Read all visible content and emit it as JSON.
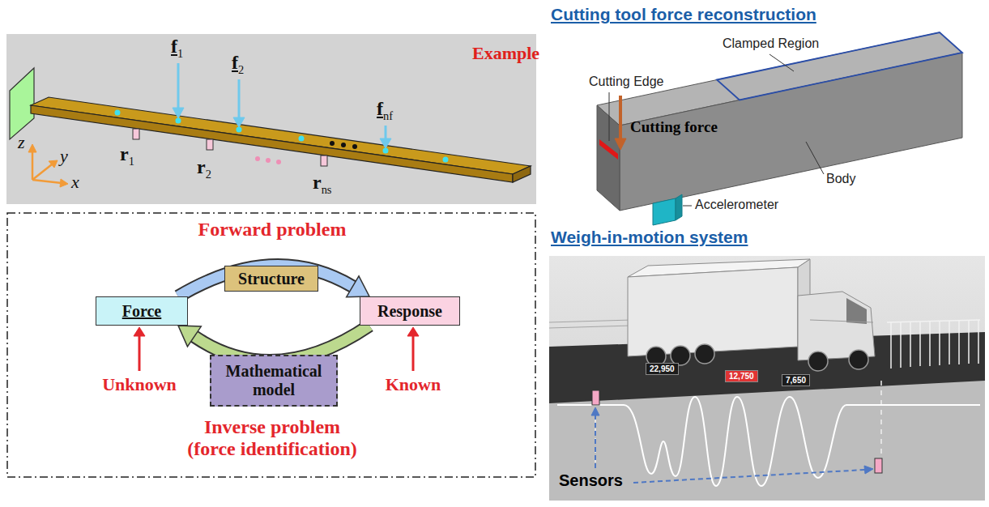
{
  "diagram": {
    "nodes": [
      {
        "text": [
          "Force"
        ]
      },
      {
        "text": [
          "Structure"
        ]
      },
      {
        "text": [
          "Response"
        ]
      },
      {
        "text": [
          "Mathematical model"
        ]
      },
      {
        "text": [
          "22,950"
        ]
      },
      {
        "text": [
          "12,750"
        ]
      },
      {
        "text": [
          "7,650"
        ]
      }
    ],
    "edges": [
      {
        "from": 0,
        "to": 2,
        "arrow": "to",
        "label": "Forward problem"
      },
      {
        "from": 2,
        "to": 0,
        "arrow": "to",
        "label": "Inverse problem (force identification)"
      }
    ],
    "labels": [
      "Example",
      "f1",
      "f2",
      "fnf",
      "r1",
      "r2",
      "rns",
      "z",
      "y",
      "x",
      "Unknown",
      "Known",
      "Cutting tool force reconstruction",
      "Clamped Region",
      "Cutting Edge",
      "Cutting force",
      "Body",
      "Accelerometer",
      "Weigh-in-motion system",
      "Sensors"
    ]
  }
}
